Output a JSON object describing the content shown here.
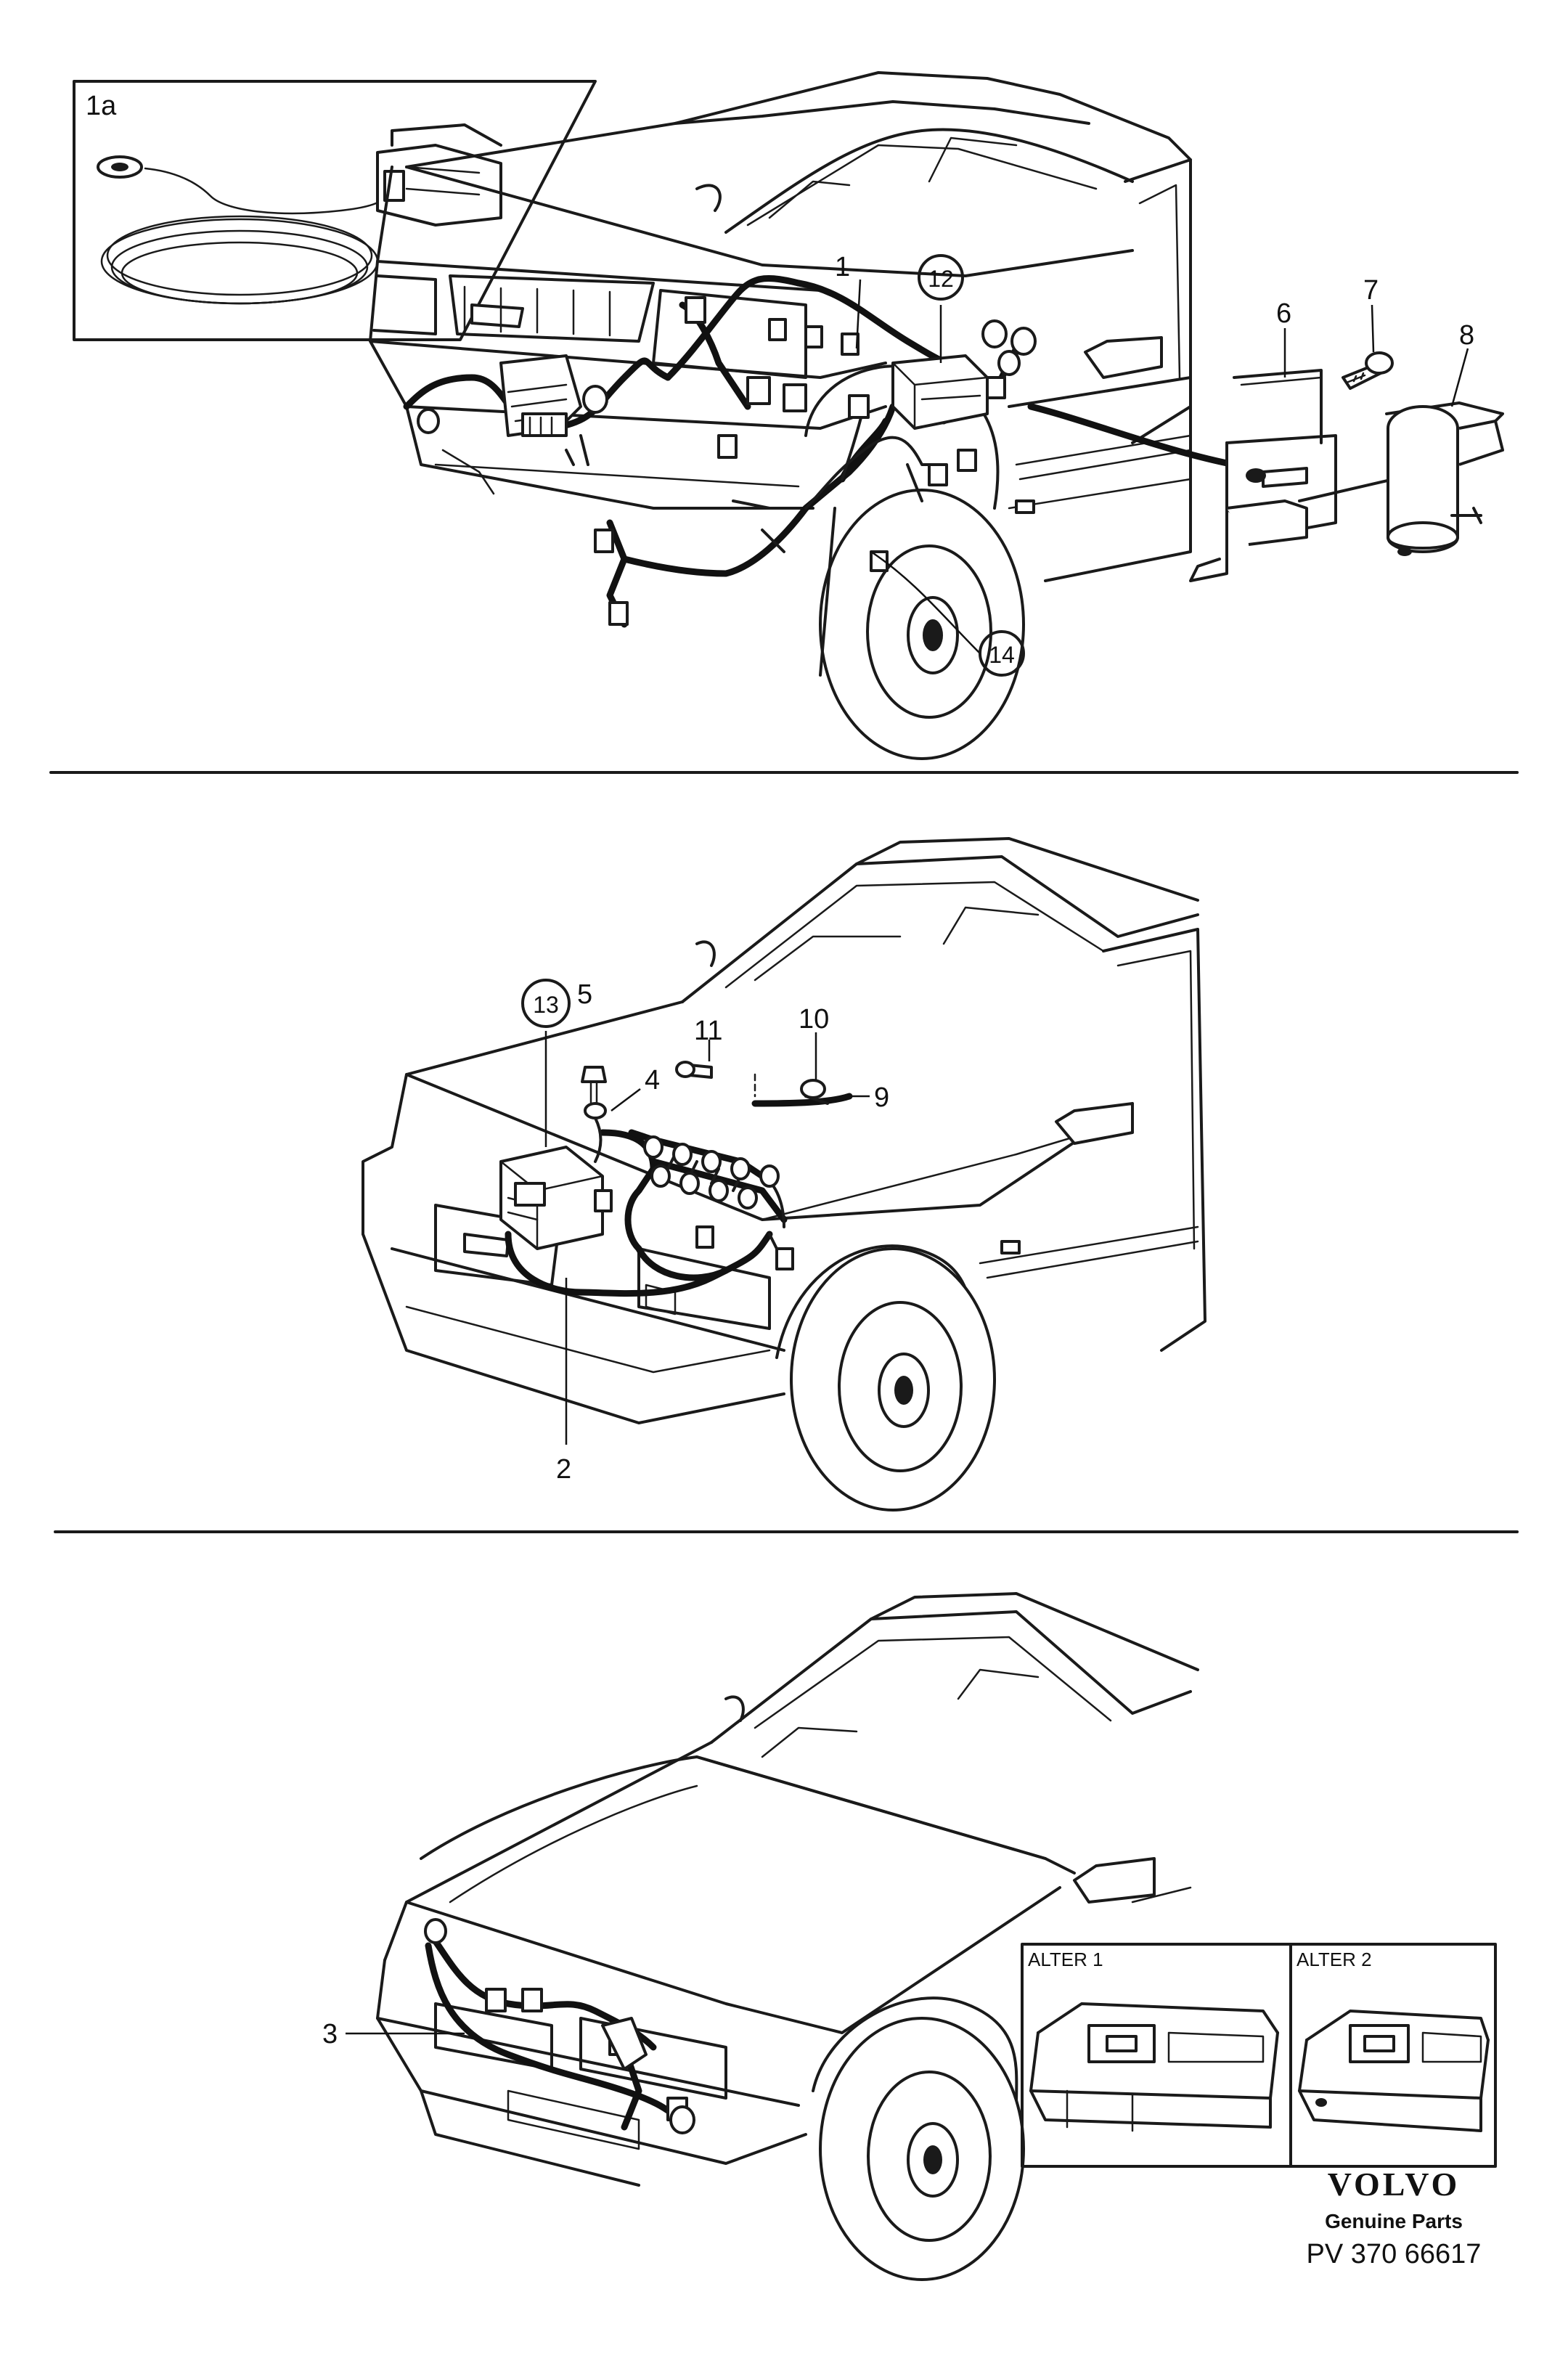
{
  "diagram": {
    "panel_top": {
      "inset_label": "1a",
      "callouts": [
        "1",
        "6",
        "7",
        "8"
      ],
      "circled_callouts": [
        "12",
        "14"
      ]
    },
    "panel_middle": {
      "callouts": [
        "5",
        "4",
        "11",
        "10",
        "9",
        "2"
      ],
      "circled_callouts": [
        "13"
      ]
    },
    "panel_bottom": {
      "callouts": [
        "3"
      ],
      "alternatives": [
        "ALTER 1",
        "ALTER 2"
      ]
    }
  },
  "footer": {
    "brand": "VOLVO",
    "tagline": "Genuine Parts",
    "part_number": "PV 370 66617"
  }
}
